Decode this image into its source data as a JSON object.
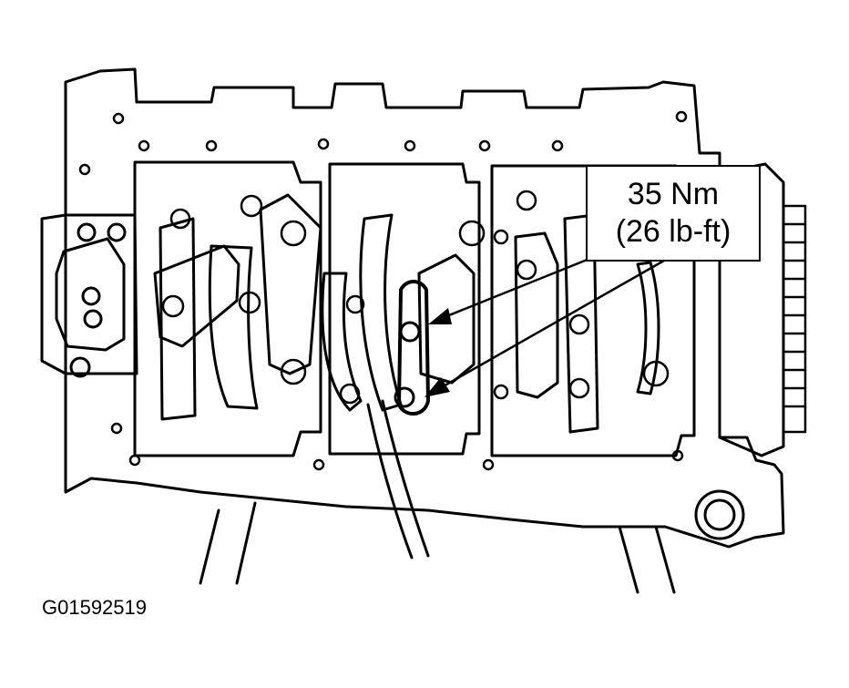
{
  "callout": {
    "torque_metric": "35 Nm",
    "torque_imperial": "(26 lb-ft)"
  },
  "figure_id": "G01592519",
  "colors": {
    "line": "#000000",
    "background": "#ffffff"
  }
}
